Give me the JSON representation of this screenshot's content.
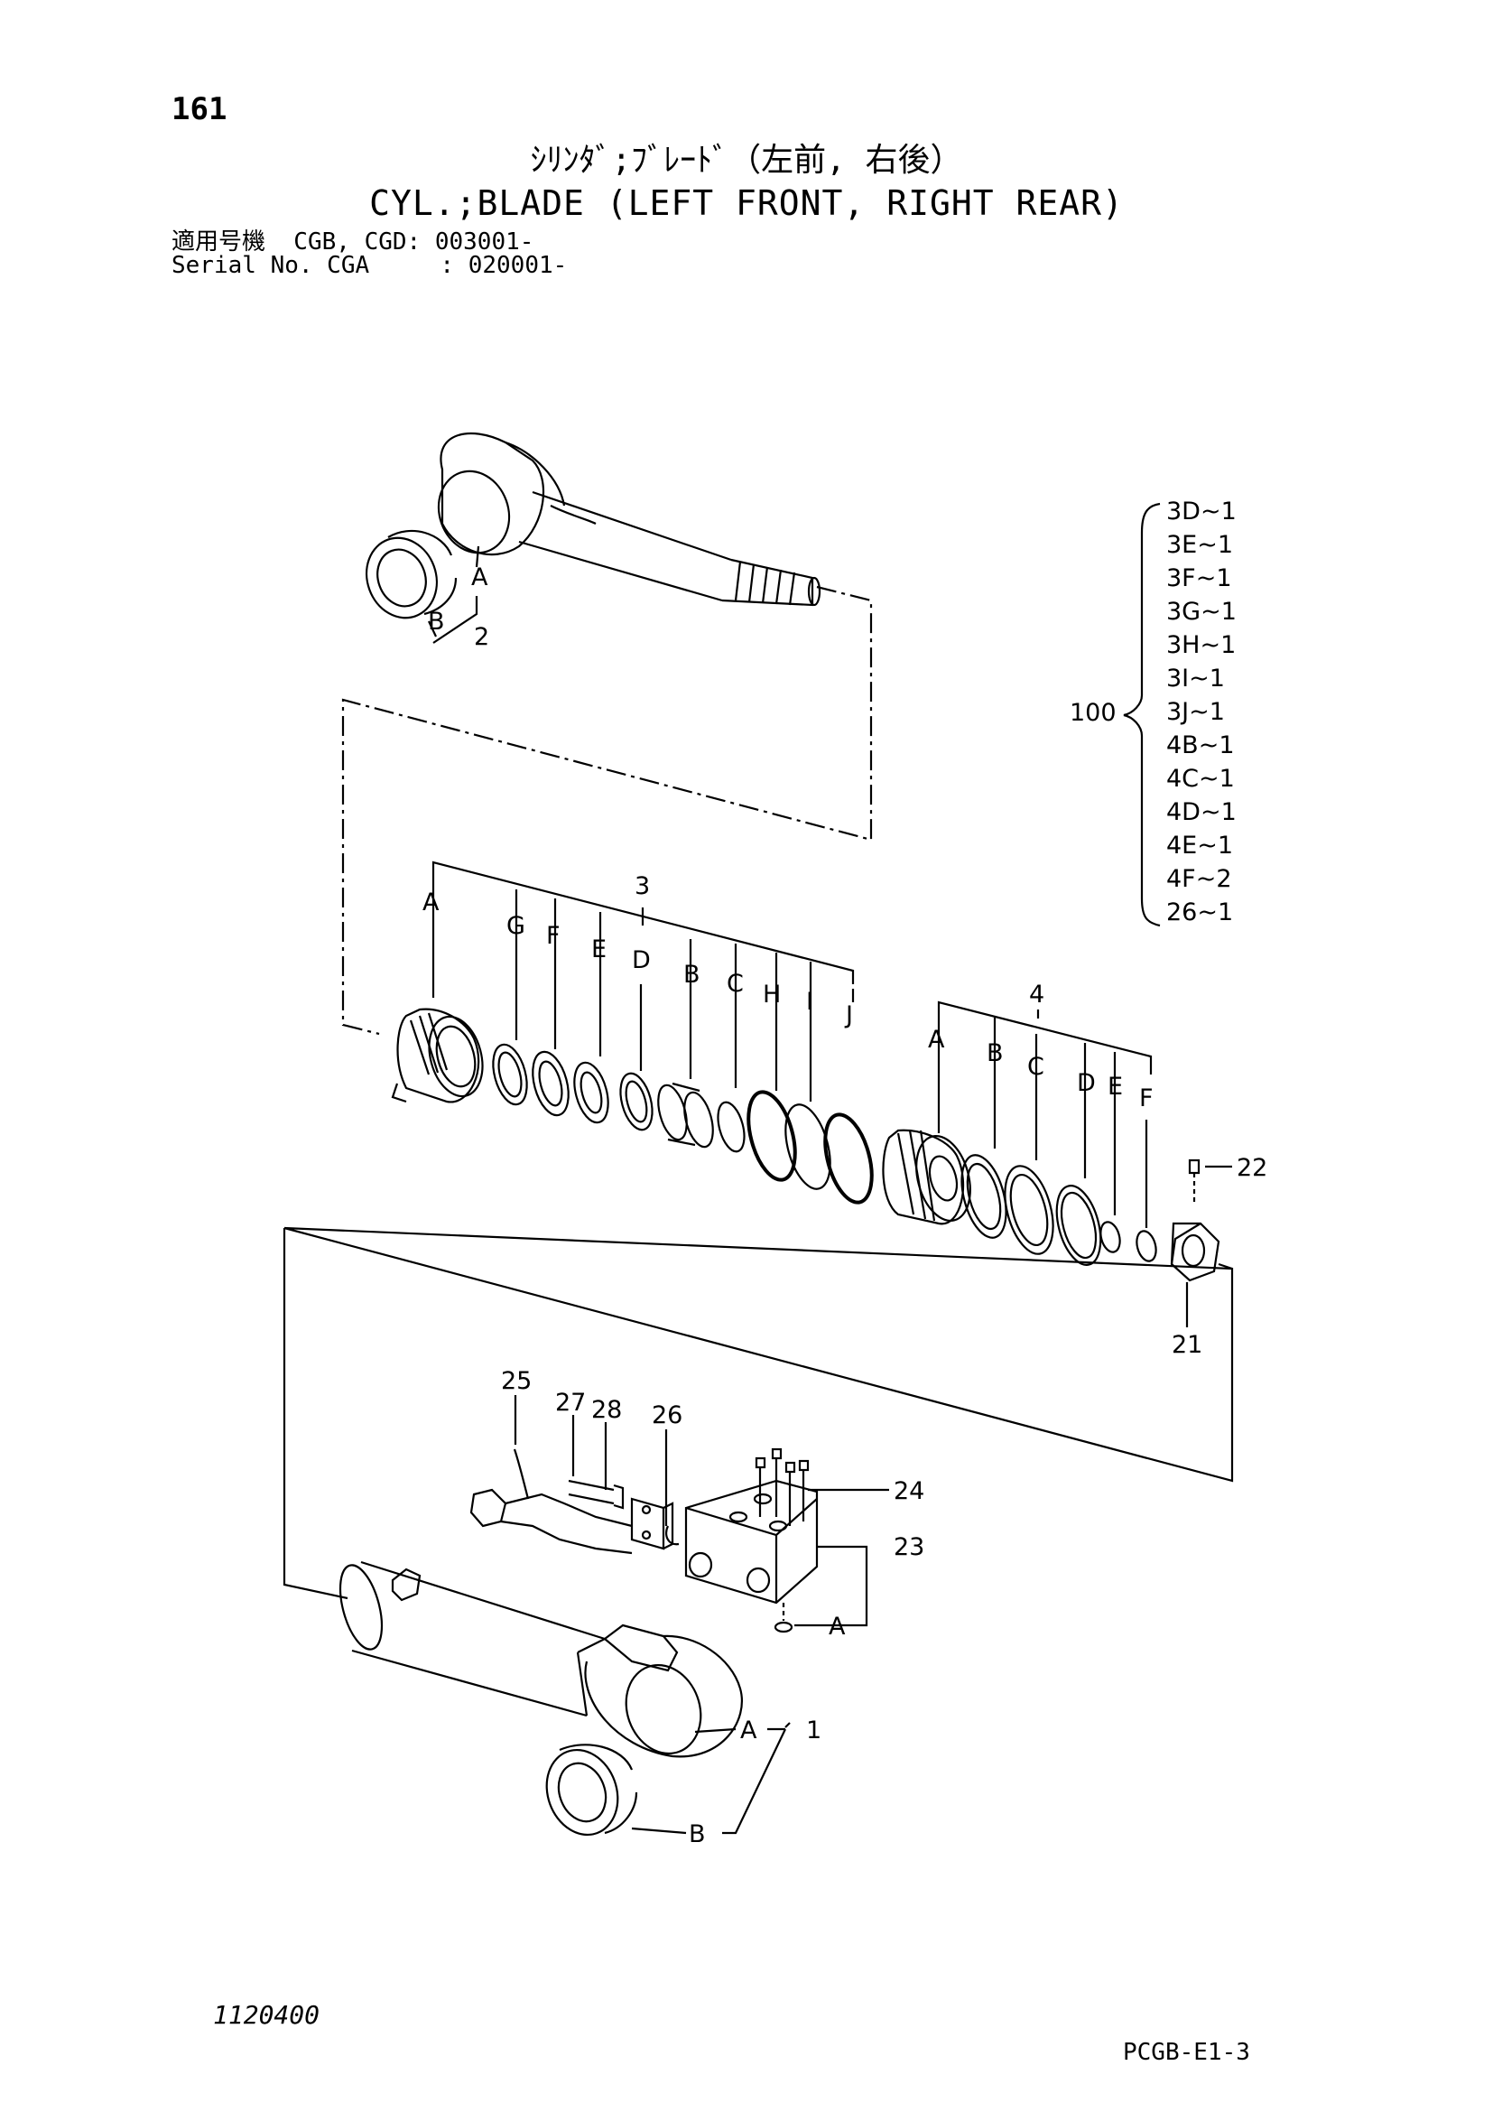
{
  "header": {
    "page_number": "161",
    "title_jp": "ｼﾘﾝﾀﾞ;ﾌﾞﾚｰﾄﾞ（左前, 右後）",
    "title_en": "CYL.;BLADE (LEFT FRONT, RIGHT REAR)",
    "serial_line_1": "適用号機  CGB, CGD: 003001-",
    "serial_line_2": "Serial No. CGA     : 020001-"
  },
  "footer": {
    "drawing_number": "1120400",
    "page_code": "PCGB-E1-3"
  },
  "kit": {
    "number": "100",
    "items": [
      "3D~1",
      "3E~1",
      "3F~1",
      "3G~1",
      "3H~1",
      "3I~1",
      "3J~1",
      "4B~1",
      "4C~1",
      "4D~1",
      "4E~1",
      "4F~2",
      "26~1"
    ]
  },
  "callouts": {
    "rod_A": "A",
    "rod_B": "B",
    "rod_num": "2",
    "g3_num": "3",
    "g3_A": "A",
    "g3_G": "G",
    "g3_F": "F",
    "g3_E": "E",
    "g3_D": "D",
    "g3_B": "B",
    "g3_C": "C",
    "g3_H": "H",
    "g3_I": "I",
    "g3_J": "J",
    "g4_num": "4",
    "g4_A": "A",
    "g4_B": "B",
    "g4_C": "C",
    "g4_D": "D",
    "g4_E": "E",
    "g4_F": "F",
    "p22": "22",
    "p21": "21",
    "p25": "25",
    "p27": "27",
    "p28": "28",
    "p26": "26",
    "p24": "24",
    "p23": "23",
    "p23_A": "A",
    "p1": "1",
    "p1_A": "A",
    "p1_B": "B"
  }
}
